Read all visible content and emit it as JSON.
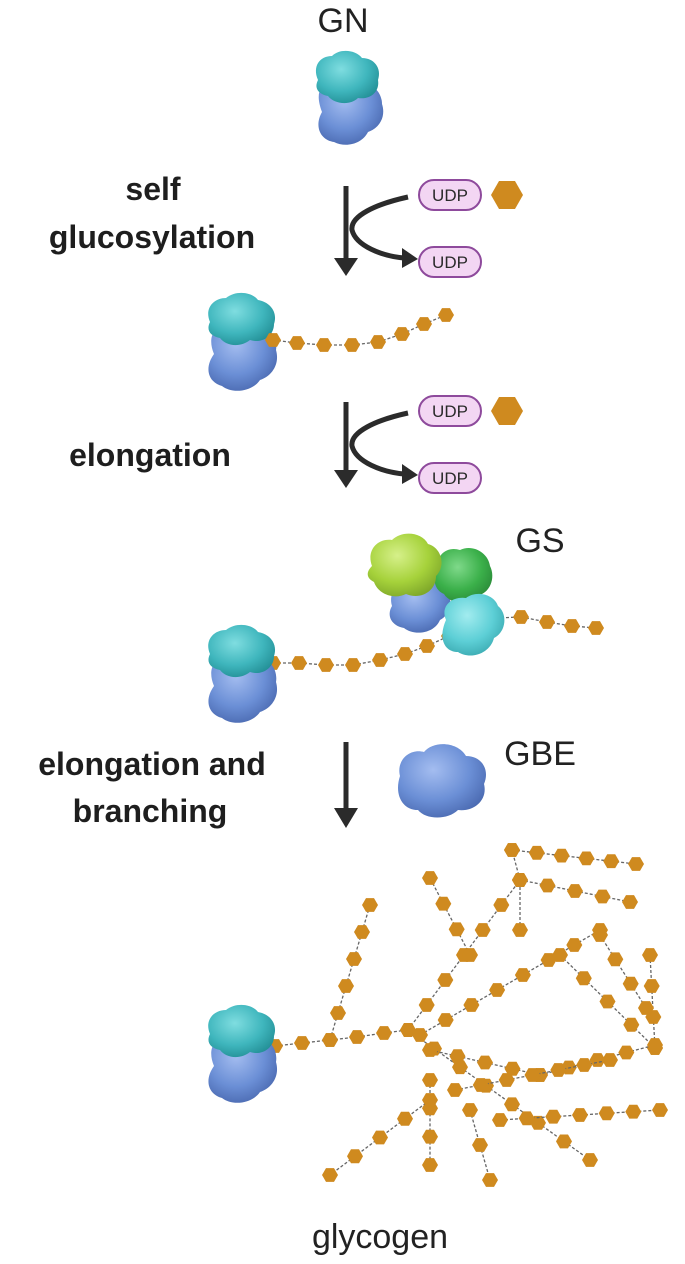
{
  "labels": {
    "gn": "GN",
    "step1": [
      "self",
      "glucosylation"
    ],
    "step2": "elongation",
    "gs": "GS",
    "step3": [
      "elongation and",
      "branching"
    ],
    "gbe": "GBE",
    "product": "glycogen"
  },
  "udp_label": "UDP",
  "colors": {
    "glucose": "#cf8a1f",
    "udp_fill": "#f3d6f3",
    "udp_stroke": "#8e4a9c",
    "gn_teal": "#3fb6bd",
    "gn_blue": "#6b8fd6",
    "gs_lime": "#a6d23b",
    "gs_green": "#3bb04a",
    "gs_cyan": "#5dcfd6",
    "gbe_blue": "#6f94d9",
    "arrow": "#2b2b2b"
  }
}
